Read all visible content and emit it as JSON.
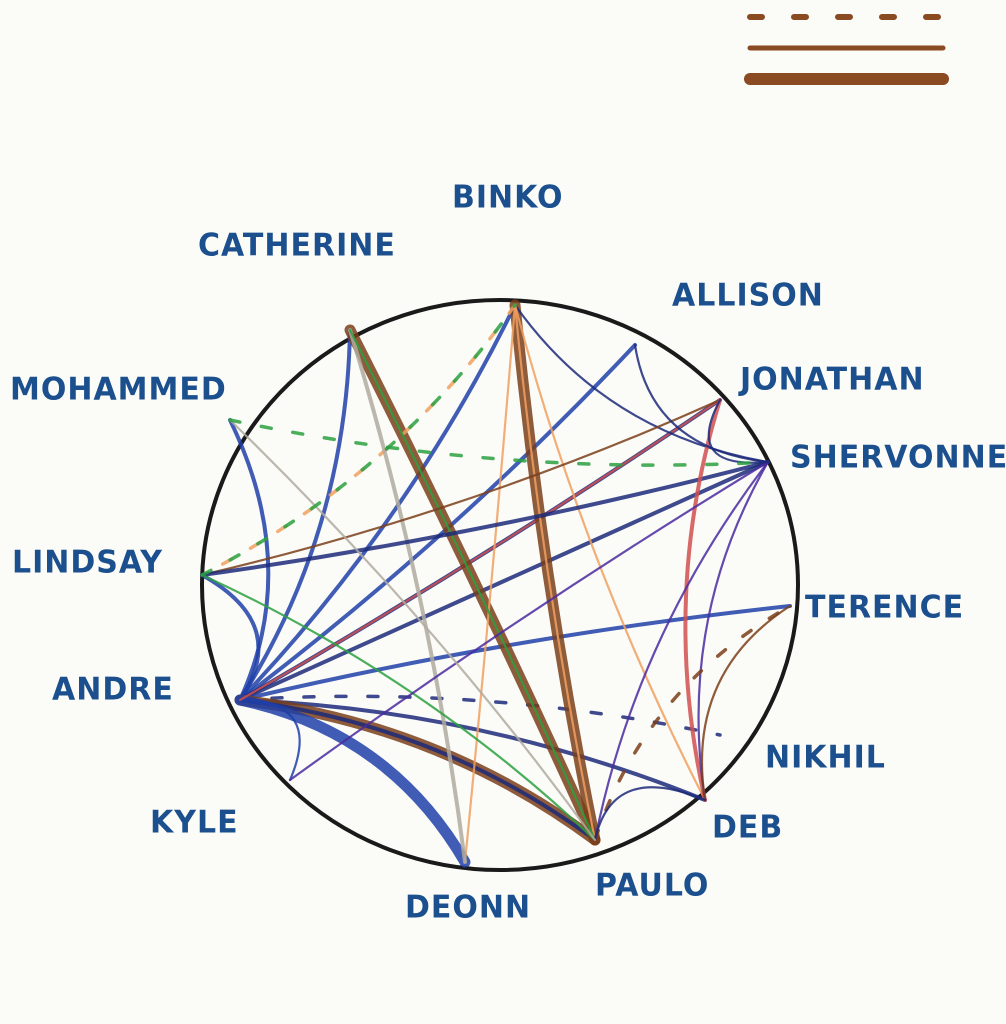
{
  "legend": [
    {
      "style": "dashed",
      "color": "#8a4a22"
    },
    {
      "style": "thin",
      "color": "#8a4a22"
    },
    {
      "style": "thick",
      "color": "#8a4a22"
    }
  ],
  "people": [
    {
      "id": "binko",
      "label": "BINKO"
    },
    {
      "id": "catherine",
      "label": "CATHERINE"
    },
    {
      "id": "allison",
      "label": "ALLISON"
    },
    {
      "id": "jonathan",
      "label": "JONATHAN"
    },
    {
      "id": "shervonne",
      "label": "SHERVONNE"
    },
    {
      "id": "mohammed",
      "label": "MOHAMMED"
    },
    {
      "id": "lindsay",
      "label": "LINDSAY"
    },
    {
      "id": "terence",
      "label": "TERENCE"
    },
    {
      "id": "andre",
      "label": "ANDRE"
    },
    {
      "id": "nikhil",
      "label": "NIKHIL"
    },
    {
      "id": "kyle",
      "label": "KYLE"
    },
    {
      "id": "deb",
      "label": "DEB"
    },
    {
      "id": "deonn",
      "label": "DEONN"
    },
    {
      "id": "paulo",
      "label": "PAULO"
    }
  ],
  "colors": {
    "navy": "#1c2a7a",
    "blue": "#1f3fa8",
    "brown": "#7a3e1a",
    "orange": "#f0a060",
    "green": "#2aa040",
    "red": "#d05050",
    "purple": "#4a2aa0",
    "gray": "#b0aaa0",
    "circle": "#1a1a1a"
  },
  "edges": [
    {
      "from": "andre",
      "to": "mohammed",
      "color": "blue",
      "weight": "medium"
    },
    {
      "from": "andre",
      "to": "lindsay",
      "color": "blue",
      "weight": "medium"
    },
    {
      "from": "andre",
      "to": "catherine",
      "color": "blue",
      "weight": "medium"
    },
    {
      "from": "andre",
      "to": "binko",
      "color": "blue",
      "weight": "medium"
    },
    {
      "from": "andre",
      "to": "allison",
      "color": "blue",
      "weight": "medium"
    },
    {
      "from": "andre",
      "to": "jonathan",
      "color": "navy",
      "weight": "medium"
    },
    {
      "from": "andre",
      "to": "shervonne",
      "color": "navy",
      "weight": "medium"
    },
    {
      "from": "andre",
      "to": "terence",
      "color": "blue",
      "weight": "medium"
    },
    {
      "from": "andre",
      "to": "nikhil",
      "color": "navy",
      "weight": "dashed"
    },
    {
      "from": "andre",
      "to": "deb",
      "color": "navy",
      "weight": "medium"
    },
    {
      "from": "andre",
      "to": "paulo",
      "color": "brown",
      "weight": "thick"
    },
    {
      "from": "andre",
      "to": "paulo",
      "color": "navy",
      "weight": "medium"
    },
    {
      "from": "andre",
      "to": "deonn",
      "color": "blue",
      "weight": "thick"
    },
    {
      "from": "andre",
      "to": "kyle",
      "color": "blue",
      "weight": "thin"
    },
    {
      "from": "andre",
      "to": "jonathan",
      "color": "red",
      "weight": "thin"
    },
    {
      "from": "catherine",
      "to": "paulo",
      "color": "brown",
      "weight": "thick"
    },
    {
      "from": "binko",
      "to": "paulo",
      "color": "brown",
      "weight": "thick"
    },
    {
      "from": "binko",
      "to": "shervonne",
      "color": "navy",
      "weight": "thin"
    },
    {
      "from": "binko",
      "to": "deb",
      "color": "orange",
      "weight": "thin"
    },
    {
      "from": "binko",
      "to": "paulo",
      "color": "orange",
      "weight": "thin"
    },
    {
      "from": "binko",
      "to": "deonn",
      "color": "orange",
      "weight": "thin"
    },
    {
      "from": "binko",
      "to": "lindsay",
      "color": "orange",
      "weight": "dashed"
    },
    {
      "from": "catherine",
      "to": "deonn",
      "color": "gray",
      "weight": "medium"
    },
    {
      "from": "catherine",
      "to": "paulo",
      "color": "green",
      "weight": "thin"
    },
    {
      "from": "lindsay",
      "to": "jonathan",
      "color": "brown",
      "weight": "thin"
    },
    {
      "from": "lindsay",
      "to": "shervonne",
      "color": "navy",
      "weight": "medium"
    },
    {
      "from": "lindsay",
      "to": "paulo",
      "color": "green",
      "weight": "thin"
    },
    {
      "from": "jonathan",
      "to": "deb",
      "color": "red",
      "weight": "medium"
    },
    {
      "from": "shervonne",
      "to": "deb",
      "color": "purple",
      "weight": "thin"
    },
    {
      "from": "shervonne",
      "to": "paulo",
      "color": "purple",
      "weight": "thin"
    },
    {
      "from": "shervonne",
      "to": "kyle",
      "color": "purple",
      "weight": "thin"
    },
    {
      "from": "shervonne",
      "to": "allison",
      "color": "navy",
      "weight": "thin"
    },
    {
      "from": "shervonne",
      "to": "jonathan",
      "color": "navy",
      "weight": "thin"
    },
    {
      "from": "deb",
      "to": "terence",
      "color": "brown",
      "weight": "thin"
    },
    {
      "from": "paulo",
      "to": "terence",
      "color": "brown",
      "weight": "dashed"
    },
    {
      "from": "paulo",
      "to": "deb",
      "color": "navy",
      "weight": "thin"
    },
    {
      "from": "mohammed",
      "to": "paulo",
      "color": "gray",
      "weight": "thin"
    },
    {
      "from": "mohammed",
      "to": "shervonne",
      "color": "green",
      "weight": "dashed"
    },
    {
      "from": "lindsay",
      "to": "binko",
      "color": "green",
      "weight": "dashed"
    }
  ]
}
